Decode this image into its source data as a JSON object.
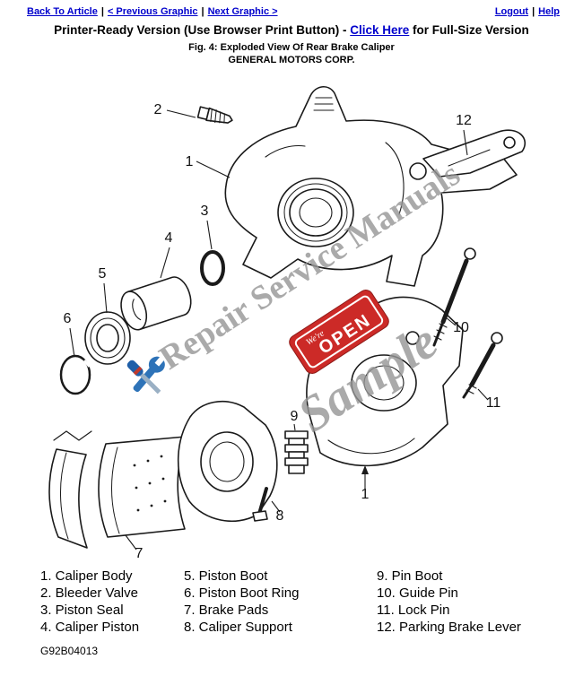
{
  "nav": {
    "back_to_article": "Back To Article",
    "previous_graphic": "< Previous Graphic",
    "next_graphic": "Next Graphic >",
    "logout": "Logout",
    "help": "Help",
    "separator": "|"
  },
  "header": {
    "printer_ready_prefix": "Printer-Ready Version (Use Browser Print Button) - ",
    "full_size_link": "Click Here",
    "printer_ready_suffix": " for Full-Size Version",
    "figure_title": "Fig. 4: Exploded View Of Rear Brake Caliper",
    "manufacturer": "GENERAL MOTORS CORP."
  },
  "diagram": {
    "watermark": {
      "line1": "Repair Service Manuals",
      "line2": "Sample"
    },
    "open_sign": {
      "small": "We're",
      "big": "OPEN"
    },
    "callouts": {
      "n1a": "1",
      "n1b": "1",
      "n2": "2",
      "n3": "3",
      "n4": "4",
      "n5": "5",
      "n6": "6",
      "n7": "7",
      "n8": "8",
      "n9": "9",
      "n10": "10",
      "n11": "11",
      "n12": "12"
    }
  },
  "legend": {
    "columns": [
      [
        "1. Caliper Body",
        "2. Bleeder Valve",
        "3. Piston Seal",
        "4. Caliper Piston"
      ],
      [
        "5. Piston Boot",
        "6. Piston Boot Ring",
        "7. Brake Pads",
        "8. Caliper Support"
      ],
      [
        "9. Pin Boot",
        "10. Guide Pin",
        "11. Lock Pin",
        "12. Parking Brake Lever"
      ]
    ]
  },
  "footer": {
    "document_id": "G92B04013"
  },
  "colors": {
    "link": "#0000cc",
    "watermark": "#969696",
    "sign_red": "#cc2a27"
  }
}
